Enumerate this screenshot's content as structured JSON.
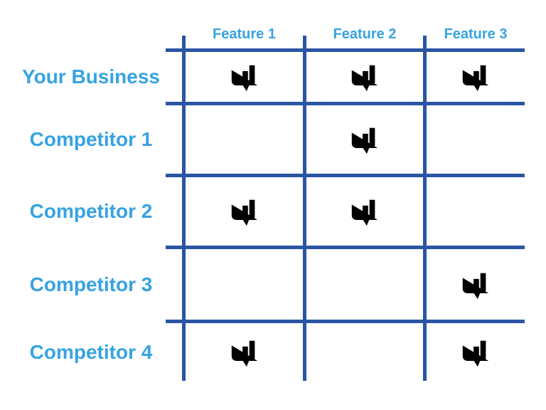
{
  "colors": {
    "grid_line": "#2b55a4",
    "bubble_outline": "#1d63ab",
    "bars": "#3aa9e1",
    "label_text": "#36a3e0"
  },
  "icon_name": "bar-chart-speech-bubble-icon",
  "matrix": {
    "column_headers": [
      "Feature 1",
      "Feature 2",
      "Feature 3"
    ],
    "rows": [
      {
        "label": "Your Business",
        "features": [
          true,
          true,
          true
        ]
      },
      {
        "label": "Competitor 1",
        "features": [
          false,
          true,
          false
        ]
      },
      {
        "label": "Competitor 2",
        "features": [
          true,
          true,
          false
        ]
      },
      {
        "label": "Competitor 3",
        "features": [
          false,
          false,
          true
        ]
      },
      {
        "label": "Competitor 4",
        "features": [
          true,
          false,
          true
        ]
      }
    ]
  }
}
